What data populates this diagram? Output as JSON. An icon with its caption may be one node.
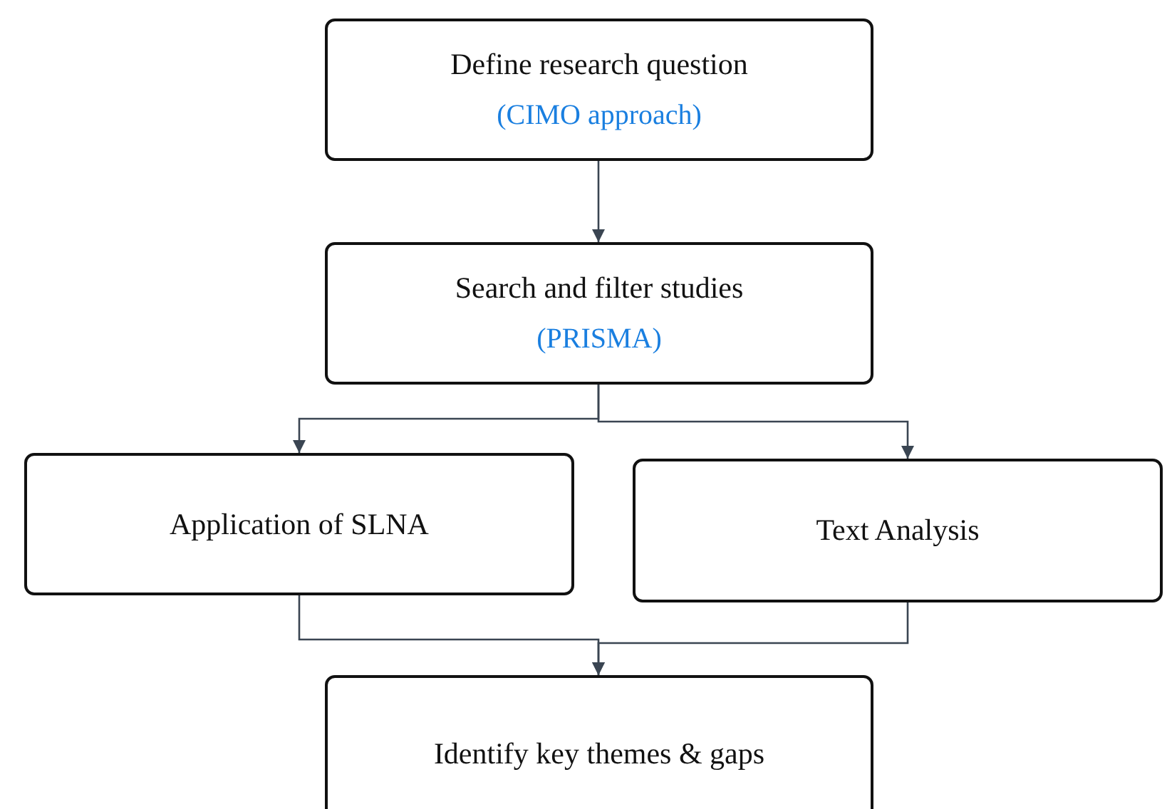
{
  "diagram": {
    "nodes": [
      {
        "text": [
          "Define research question",
          "(CIMO approach)"
        ]
      },
      {
        "text": [
          "Search and filter studies",
          "(PRISMA)"
        ]
      },
      {
        "text": [
          "Application of SLNA"
        ]
      },
      {
        "text": [
          "Text Analysis"
        ]
      },
      {
        "text": [
          "Identify key themes & gaps"
        ]
      }
    ],
    "edges": [
      {
        "from": 0,
        "to": 1,
        "arrow": "to"
      },
      {
        "from": 1,
        "to": 2,
        "arrow": "to"
      },
      {
        "from": 1,
        "to": 3,
        "arrow": "to"
      },
      {
        "from": 2,
        "to": 4,
        "arrow": "to"
      },
      {
        "from": 3,
        "to": 4,
        "arrow": "to"
      }
    ]
  }
}
